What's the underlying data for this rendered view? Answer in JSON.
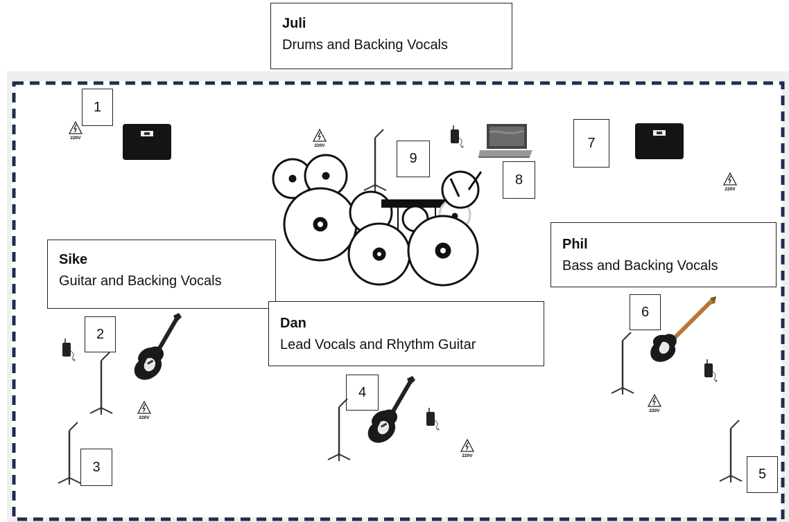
{
  "musicians": [
    {
      "name": "Juli",
      "role": "Drums and Backing Vocals"
    },
    {
      "name": "Sike",
      "role": "Guitar and Backing Vocals"
    },
    {
      "name": "Dan",
      "role": "Lead Vocals and Rhythm Guitar"
    },
    {
      "name": "Phil",
      "role": "Bass and Backing Vocals"
    }
  ],
  "markers": [
    "1",
    "2",
    "3",
    "4",
    "5",
    "6",
    "7",
    "8",
    "9"
  ],
  "power_label": "220V",
  "icons": [
    "amp-icon",
    "power-outlet-icon",
    "mic-stand-icon",
    "wireless-pack-icon",
    "electric-guitar-icon",
    "bass-guitar-icon",
    "drum-kit-icon",
    "laptop-icon"
  ],
  "colors": {
    "border": "#1f2d4f",
    "stage_bg": "#efefef"
  }
}
